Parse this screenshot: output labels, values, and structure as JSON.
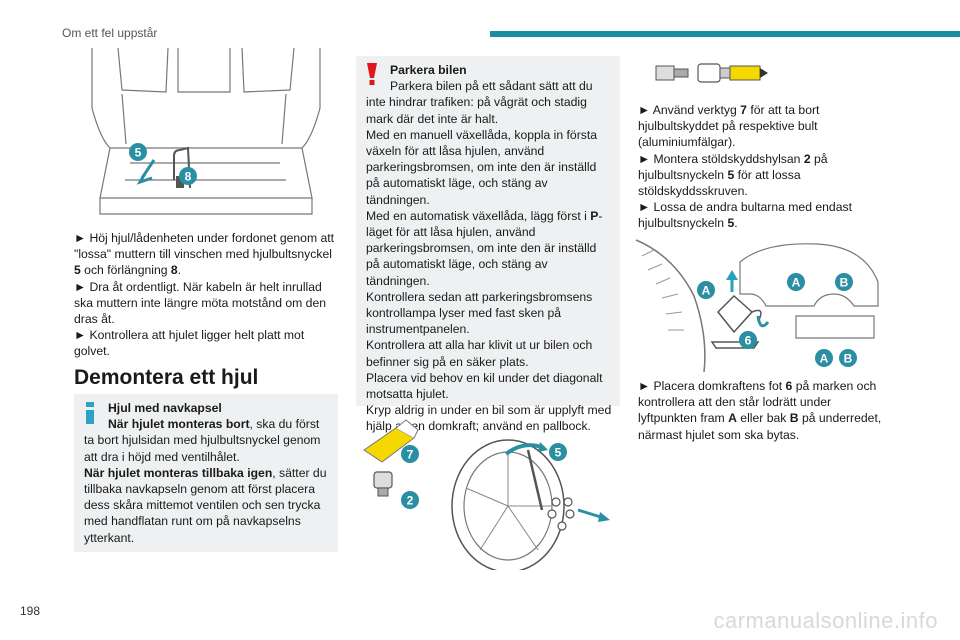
{
  "header": {
    "section_title": "Om ett fel uppstår",
    "accent_color": "#1a8fa3"
  },
  "page_number": "198",
  "watermark": "carmanualsonline.info",
  "col1": {
    "steps": [
      "► Höj hjul/lådenheten under fordonet genom att \"lossa\" muttern till vinschen med hjulbultsnyckel",
      "5",
      " och förlängning ",
      "8",
      ".",
      "► Dra åt ordentligt. När kabeln är helt inrullad ska muttern inte längre möta motstånd om den dras åt.",
      "► Kontrollera att hjulet ligger helt platt mot golvet."
    ],
    "heading": "Demontera ett hjul",
    "info_box": {
      "title": "Hjul med navkapsel",
      "line1_bold": "När hjulet monteras bort",
      "line1_rest": ", ska du först ta bort hjulsidan med hjulbultsnyckel genom att dra i höjd med ventilhålet.",
      "line2_bold": "När hjulet monteras tillbaka igen",
      "line2_rest": ", sätter du tillbaka navkapseln genom att först placera dess skåra mittemot ventilen och sen trycka med handflatan runt om på navkapselns ytterkant."
    }
  },
  "col2": {
    "warning": {
      "title": "Parkera bilen",
      "lines": [
        "Parkera bilen på ett sådant sätt att du inte hindrar trafiken: på vågrät och stadig mark där det inte är halt.",
        "Med en manuell växellåda, koppla in första växeln för att låsa hjulen, använd parkeringsbromsen, om inte den är inställd på automatiskt läge, och stäng av tändningen.",
        "Med en automatisk växellåda, lägg först i ",
        "P",
        "-läget för att låsa hjulen, använd parkeringsbromsen, om inte den är inställd på automatiskt läge, och stäng av tändningen.",
        "Kontrollera sedan att parkeringsbromsens kontrollampa lyser med fast sken på instrumentpanelen.",
        "Kontrollera att alla har klivit ut ur bilen och befinner sig på en säker plats.",
        "Placera vid behov en kil under det diagonalt motsatta hjulet.",
        "Kryp aldrig in under en bil som är upplyft med hjälp av en domkraft; använd en pallbock."
      ]
    }
  },
  "col3": {
    "steps": [
      "► Använd verktyg ",
      "7",
      " för att ta bort hjulbultskyddet på respektive bult (aluminiumfälgar).",
      "► Montera stöldskyddshylsan ",
      "2",
      " på hjulbultsnyckeln ",
      "5",
      " för att lossa stöldskyddsskruven.",
      "► Lossa de andra bultarna med endast hjulbultsnyckeln ",
      "5",
      ".",
      "► Placera domkraftens fot ",
      "6",
      " på marken och kontrollera att den står lodrätt under lyftpunkten fram ",
      "A",
      " eller bak ",
      "B",
      " på underredet, närmast hjulet som ska bytas."
    ]
  },
  "figures": {
    "trunk_labels": [
      "5",
      "8"
    ],
    "wheel_labels": [
      "7",
      "5",
      "2"
    ],
    "jack_labels": [
      "A",
      "A",
      "B",
      "6",
      "A",
      "B"
    ],
    "badge_color": "#2a8fa3",
    "warning_color": "#e3141b",
    "info_color": "#2aa3c4",
    "tool_color": "#f5d800"
  }
}
